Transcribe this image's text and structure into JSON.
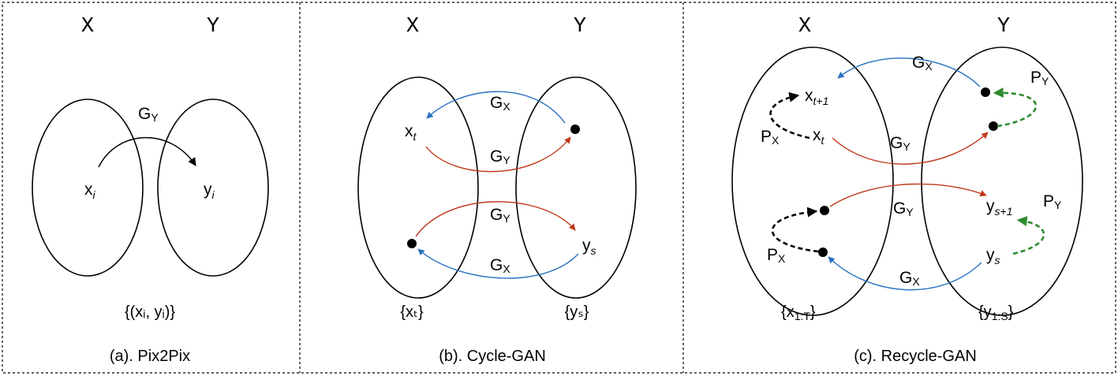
{
  "panels": {
    "a": {
      "caption": "(a). Pix2Pix",
      "axis_x": "X",
      "axis_y": "Y",
      "set_label": "{(xᵢ, yᵢ)}",
      "node_x": {
        "base": "x",
        "sub": "i"
      },
      "node_y": {
        "base": "y",
        "sub": "i"
      },
      "edge_gy": {
        "base": "G",
        "sub": "Y"
      }
    },
    "b": {
      "caption": "(b). Cycle-GAN",
      "axis_x": "X",
      "axis_y": "Y",
      "set_x": "{xₜ}",
      "set_y": "{yₛ}",
      "node_xt": {
        "base": "x",
        "sub": "t"
      },
      "node_ys": {
        "base": "y",
        "sub": "s"
      },
      "edge_gx_top": {
        "base": "G",
        "sub": "X"
      },
      "edge_gy_top": {
        "base": "G",
        "sub": "Y"
      },
      "edge_gy_bottom": {
        "base": "G",
        "sub": "Y"
      },
      "edge_gx_bottom": {
        "base": "G",
        "sub": "X"
      }
    },
    "c": {
      "caption": "(c). Recycle-GAN",
      "axis_x": "X",
      "axis_y": "Y",
      "set_x": {
        "base": "{x",
        "sub": "1:T",
        "end": "}"
      },
      "set_y": {
        "base": "{y",
        "sub": "1:S",
        "end": "}"
      },
      "node_xt1": {
        "base": "x",
        "sub": "t+1"
      },
      "node_xt": {
        "base": "x",
        "sub": "t"
      },
      "node_ys1": {
        "base": "y",
        "sub": "s+1"
      },
      "node_ys": {
        "base": "y",
        "sub": "s"
      },
      "edge_gx_top": {
        "base": "G",
        "sub": "X"
      },
      "edge_gy_top": {
        "base": "G",
        "sub": "Y"
      },
      "edge_gy_bottom": {
        "base": "G",
        "sub": "Y"
      },
      "edge_gx_bottom": {
        "base": "G",
        "sub": "X"
      },
      "pred_py_top": {
        "base": "P",
        "sub": "Y"
      },
      "pred_px_top": {
        "base": "P",
        "sub": "X"
      },
      "pred_py_bottom": {
        "base": "P",
        "sub": "Y"
      },
      "pred_px_bottom": {
        "base": "P",
        "sub": "X"
      }
    }
  },
  "colors": {
    "blue": "#2a72c0",
    "red": "#c0381a",
    "green": "#2e8b2e",
    "black": "#000000"
  }
}
